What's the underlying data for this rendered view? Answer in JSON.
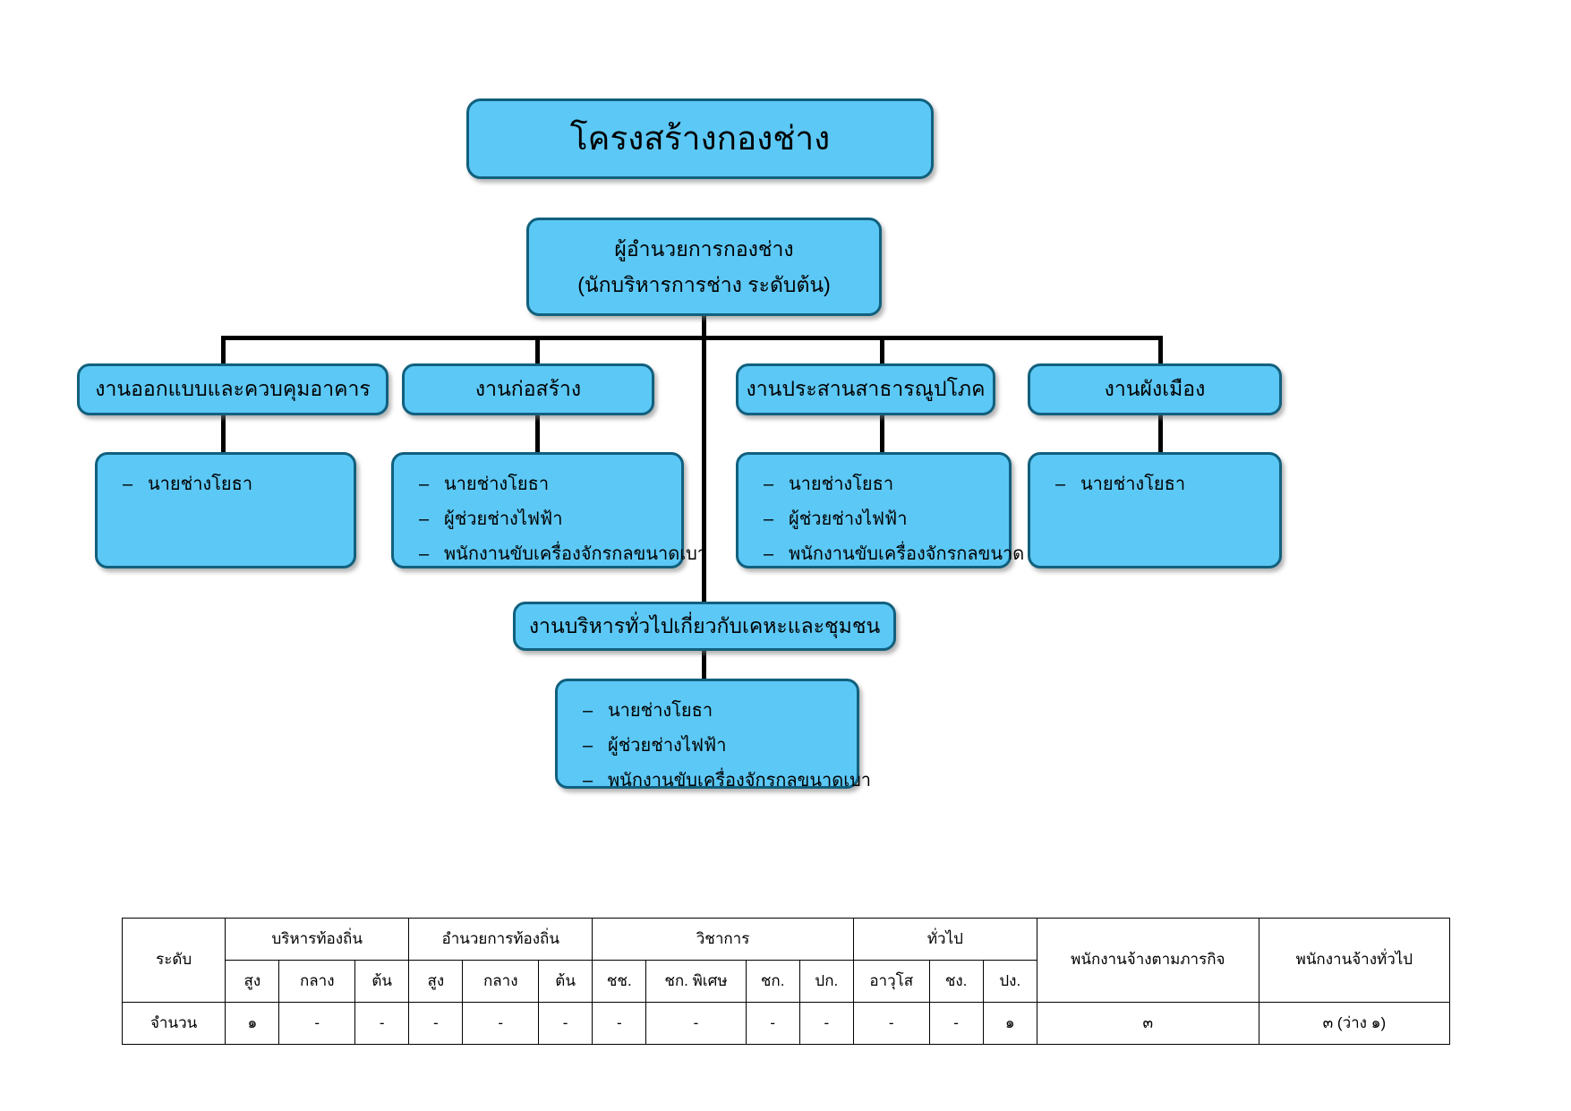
{
  "title": "โครงสร้างกองช่าง",
  "director": {
    "line1": "ผู้อำนวยการกองช่าง",
    "line2": "(นักบริหารการช่าง  ระดับต้น)"
  },
  "departments": [
    {
      "label": "งานออกแบบและควบคุมอาคาร"
    },
    {
      "label": "งานก่อสร้าง"
    },
    {
      "label": "งานประสานสาธารณูปโภค"
    },
    {
      "label": "งานผังเมือง"
    }
  ],
  "staff_groups": [
    {
      "items": [
        "นายช่างโยธา"
      ]
    },
    {
      "items": [
        "นายช่างโยธา",
        "ผู้ช่วยช่างไฟฟ้า",
        "พนักงานขับเครื่องจักรกลขนาดเบา"
      ]
    },
    {
      "items": [
        "นายช่างโยธา",
        "ผู้ช่วยช่างไฟฟ้า",
        "พนักงานขับเครื่องจักรกลขนาด"
      ]
    },
    {
      "items": [
        "นายช่างโยธา"
      ]
    }
  ],
  "housing": {
    "label": "งานบริหารทั่วไปเกี่ยวกับเคหะและชุมชน",
    "items": [
      "นายช่างโยธา",
      "ผู้ช่วยช่างไฟฟ้า",
      "พนักงานขับเครื่องจักรกลขนาดเบา"
    ]
  },
  "summary_table": {
    "row_header_level": "ระดับ",
    "row_header_count": "จำนวน",
    "groups": [
      {
        "label": "บริหารท้องถิ่น",
        "subs": [
          "สูง",
          "กลาง",
          "ต้น"
        ]
      },
      {
        "label": "อำนวยการท้องถิ่น",
        "subs": [
          "สูง",
          "กลาง",
          "ต้น"
        ]
      },
      {
        "label": "วิชาการ",
        "subs": [
          "ชช.",
          "ชก. พิเศษ",
          "ชก.",
          "ปก."
        ]
      },
      {
        "label": "ทั่วไป",
        "subs": [
          "อาวุโส",
          "ชง.",
          "ปง."
        ]
      }
    ],
    "extra_columns": [
      {
        "label": "พนักงานจ้างตามภารกิจ"
      },
      {
        "label": "พนักงานจ้างทั่วไป"
      }
    ],
    "counts": [
      "๑",
      "-",
      "-",
      "-",
      "-",
      "-",
      "-",
      "-",
      "-",
      "-",
      "-",
      "-",
      "๑"
    ],
    "extra_counts": [
      "๓",
      "๓  (ว่าง  ๑)"
    ]
  },
  "colors": {
    "box_fill": "#5CC8F5",
    "box_border": "#11607E",
    "connector": "#000000",
    "text": "#000000"
  }
}
